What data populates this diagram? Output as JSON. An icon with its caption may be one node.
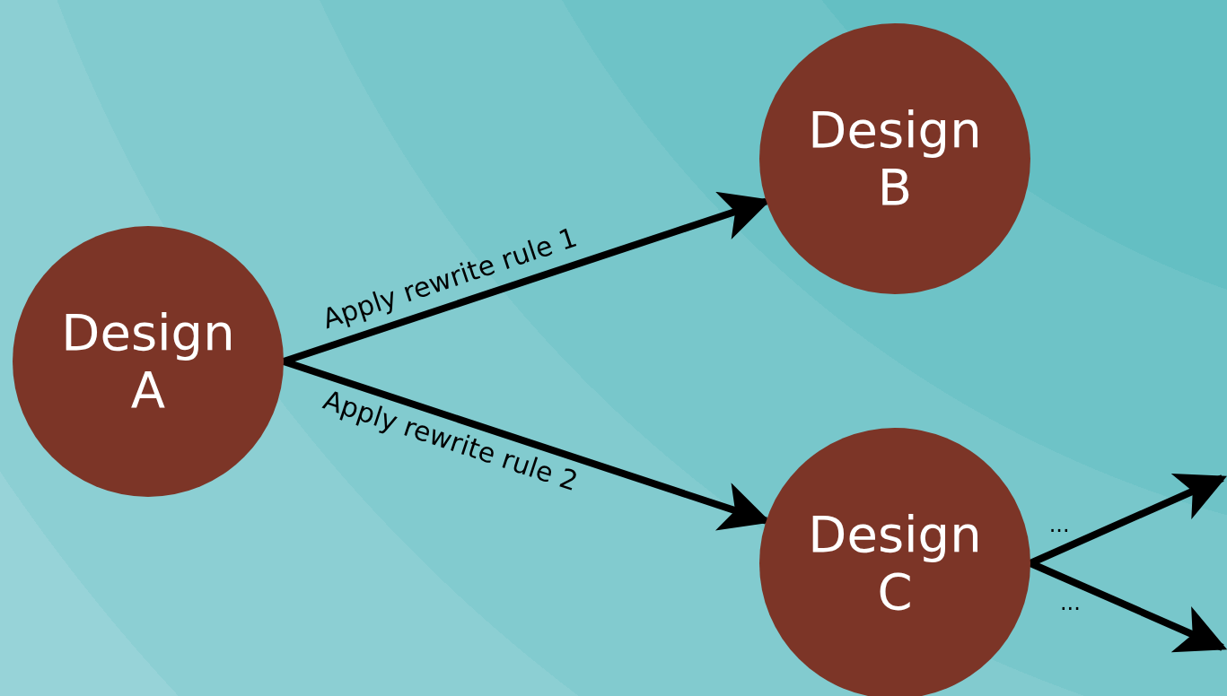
{
  "diagram": {
    "nodes": [
      {
        "text": [
          "Design A"
        ]
      },
      {
        "text": [
          "Design B"
        ]
      },
      {
        "text": [
          "Design C"
        ]
      }
    ],
    "edges": [
      {
        "from": 0,
        "to": 1,
        "arrow": "to",
        "label": "Apply rewrite rule 1"
      },
      {
        "from": 0,
        "to": 2,
        "arrow": "to",
        "label": "Apply rewrite rule 2"
      },
      {
        "from": 2,
        "to": null,
        "arrow": "to",
        "label": "..."
      },
      {
        "from": 2,
        "to": null,
        "arrow": "to",
        "label": "..."
      }
    ]
  }
}
